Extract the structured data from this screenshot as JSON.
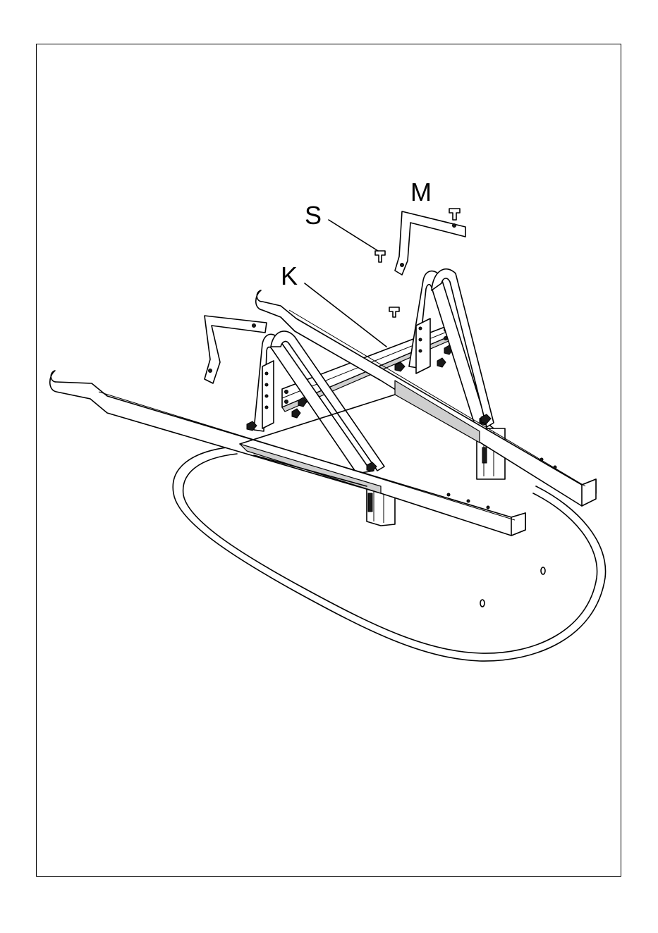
{
  "diagram": {
    "labels": {
      "m": "M",
      "s": "S",
      "k": "K"
    },
    "colors": {
      "line": "#000000",
      "background": "#ffffff",
      "shade": "#cfcfcf"
    }
  }
}
